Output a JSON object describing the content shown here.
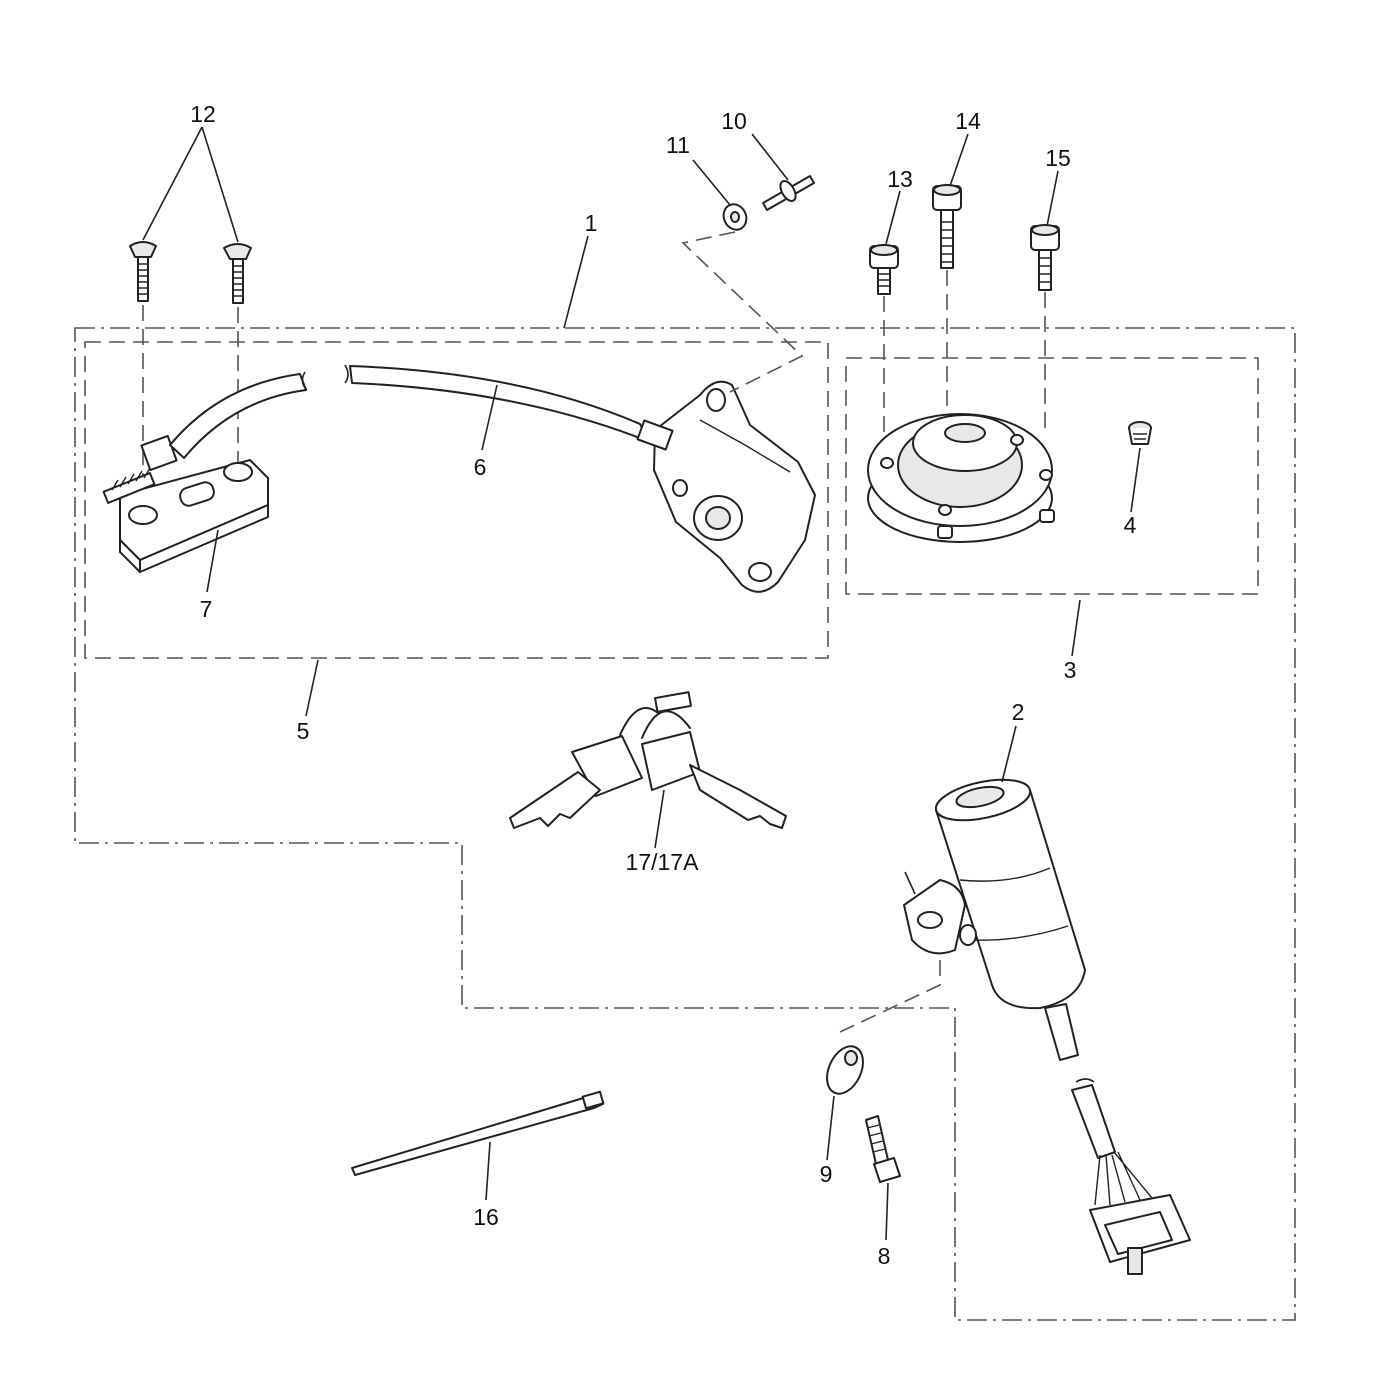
{
  "callouts": [
    {
      "id": "c1",
      "text": "1"
    },
    {
      "id": "c2",
      "text": "2"
    },
    {
      "id": "c3",
      "text": "3"
    },
    {
      "id": "c4",
      "text": "4"
    },
    {
      "id": "c5",
      "text": "5"
    },
    {
      "id": "c6",
      "text": "6"
    },
    {
      "id": "c7",
      "text": "7"
    },
    {
      "id": "c8",
      "text": "8"
    },
    {
      "id": "c9",
      "text": "9"
    },
    {
      "id": "c10",
      "text": "10"
    },
    {
      "id": "c11",
      "text": "11"
    },
    {
      "id": "c12",
      "text": "12"
    },
    {
      "id": "c13",
      "text": "13"
    },
    {
      "id": "c14",
      "text": "14"
    },
    {
      "id": "c15",
      "text": "15"
    },
    {
      "id": "c16",
      "text": "16"
    },
    {
      "id": "c17",
      "text": "17/17A"
    }
  ]
}
